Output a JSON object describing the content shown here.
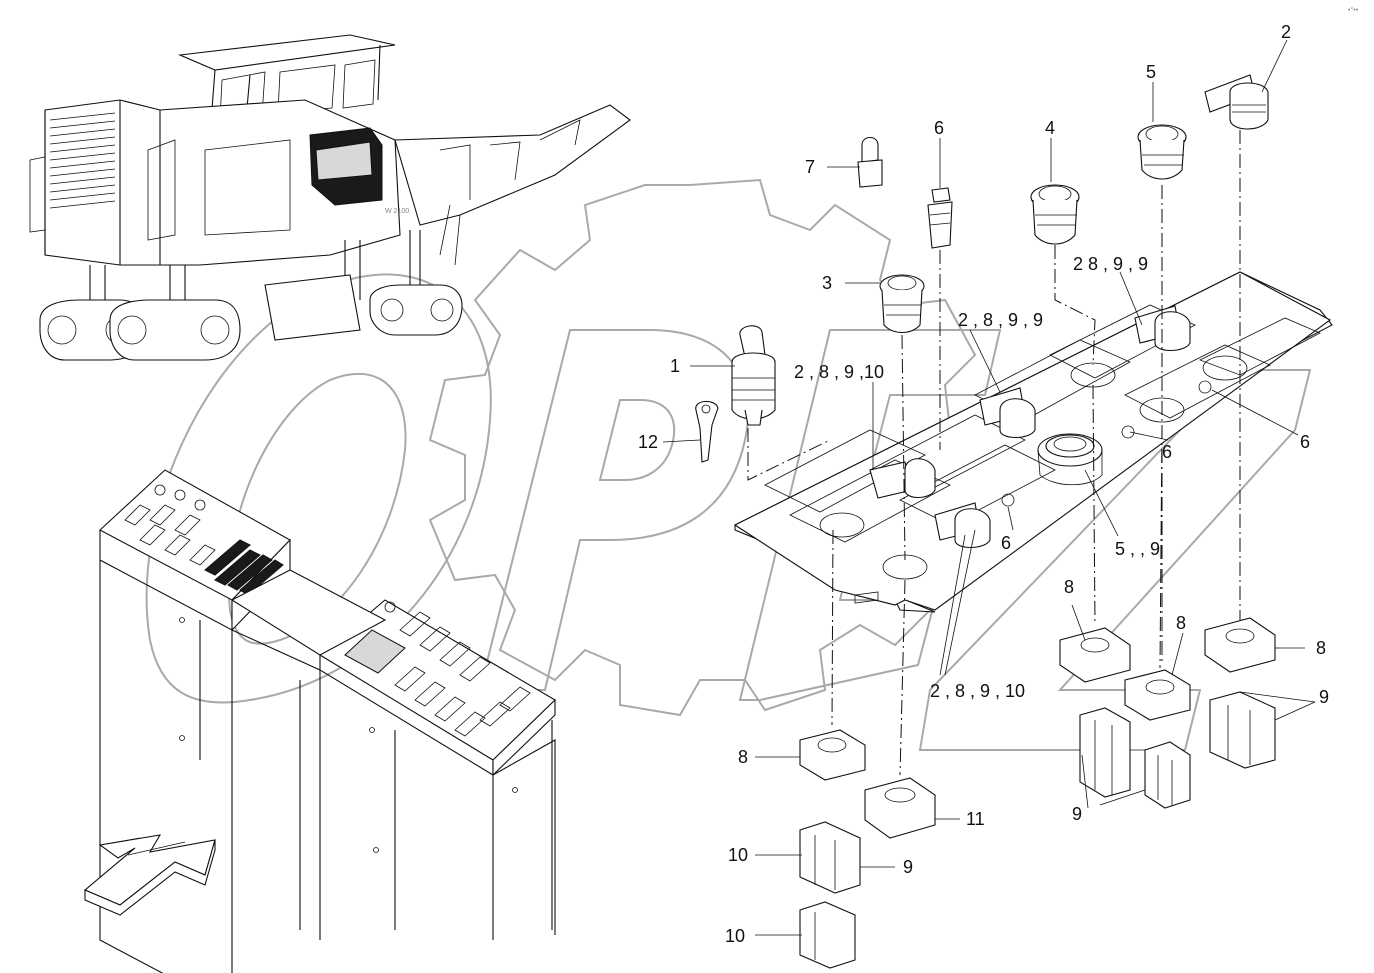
{
  "corner_mark": "•°••",
  "callouts": {
    "c1": "1",
    "c2_top": "2",
    "c3": "3",
    "c4": "4",
    "c5_top": "5",
    "c6_top": "6",
    "c6_right": "6",
    "c6_mid": "6",
    "c6_low": "6",
    "c7": "7",
    "c12": "12",
    "c2_8_9_10_left": "2 , 8 , 9 ,10",
    "c2_8_9_9_mid": "2 , 8 , 9 , 9",
    "c2_8_9_9_top": "2  8 , 9 , 9",
    "c5_9": "5 ,    , 9",
    "c2_8_9_10_bottom": "2 , 8 , 9 , 10",
    "c8_a": "8",
    "c8_b": "8",
    "c8_c": "8",
    "c8_left": "8",
    "c9_right": "9",
    "c9_mid": "9",
    "c9_bottom": "9",
    "c10_a": "10",
    "c10_b": "10",
    "c11": "11"
  }
}
